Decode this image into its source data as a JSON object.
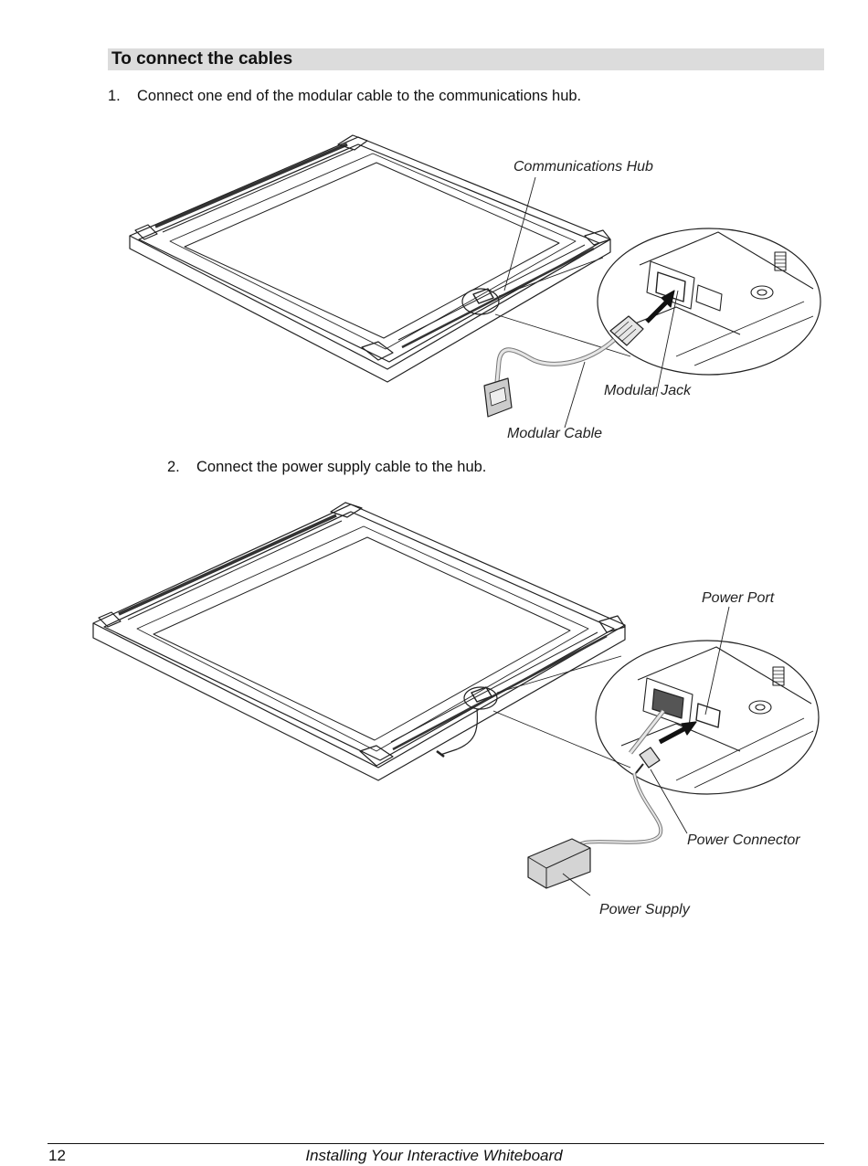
{
  "section": {
    "title": "To connect the cables"
  },
  "steps": [
    {
      "number": "1.",
      "text": "Connect one end of the modular cable to the communications hub."
    },
    {
      "number": "2.",
      "text": "Connect the power supply cable to the hub."
    }
  ],
  "figure1": {
    "callouts": {
      "hub": "Communications Hub",
      "jack": "Modular Jack",
      "cable": "Modular Cable"
    }
  },
  "figure2": {
    "callouts": {
      "port": "Power Port",
      "connector": "Power Connector",
      "supply": "Power Supply"
    }
  },
  "footer": {
    "page_number": "12",
    "title": "Installing Your Interactive Whiteboard"
  }
}
